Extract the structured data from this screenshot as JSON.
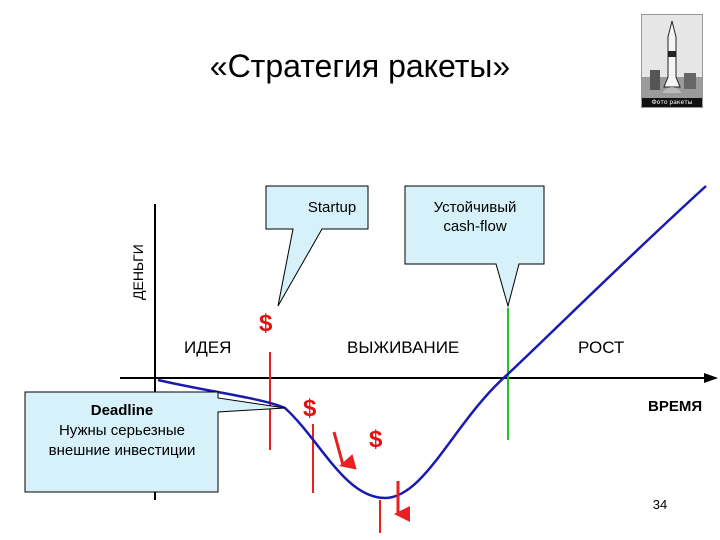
{
  "title": "«Стратегия ракеты»",
  "axes": {
    "y_label": "ДЕНЬГИ",
    "x_label": "ВРЕМЯ"
  },
  "phases": [
    "ИДЕЯ",
    "ВЫЖИВАНИЕ",
    "РОСТ"
  ],
  "callouts": {
    "startup": "Startup",
    "cash_flow_line1": "Устойчивый",
    "cash_flow_line2": "cash-flow",
    "deadline_title": "Deadline",
    "deadline_line2": "Нужны серьезные",
    "deadline_line3": "внешние инвестиции"
  },
  "dollar_sign": "$",
  "slide_number": "34",
  "photo_caption": "Фото ракеты",
  "colors": {
    "curve": "#1a1ab0",
    "marker_red": "#e82020",
    "marker_green": "#22c22a",
    "callout_fill": "#d6f1f9",
    "dollar": "#e01010"
  }
}
